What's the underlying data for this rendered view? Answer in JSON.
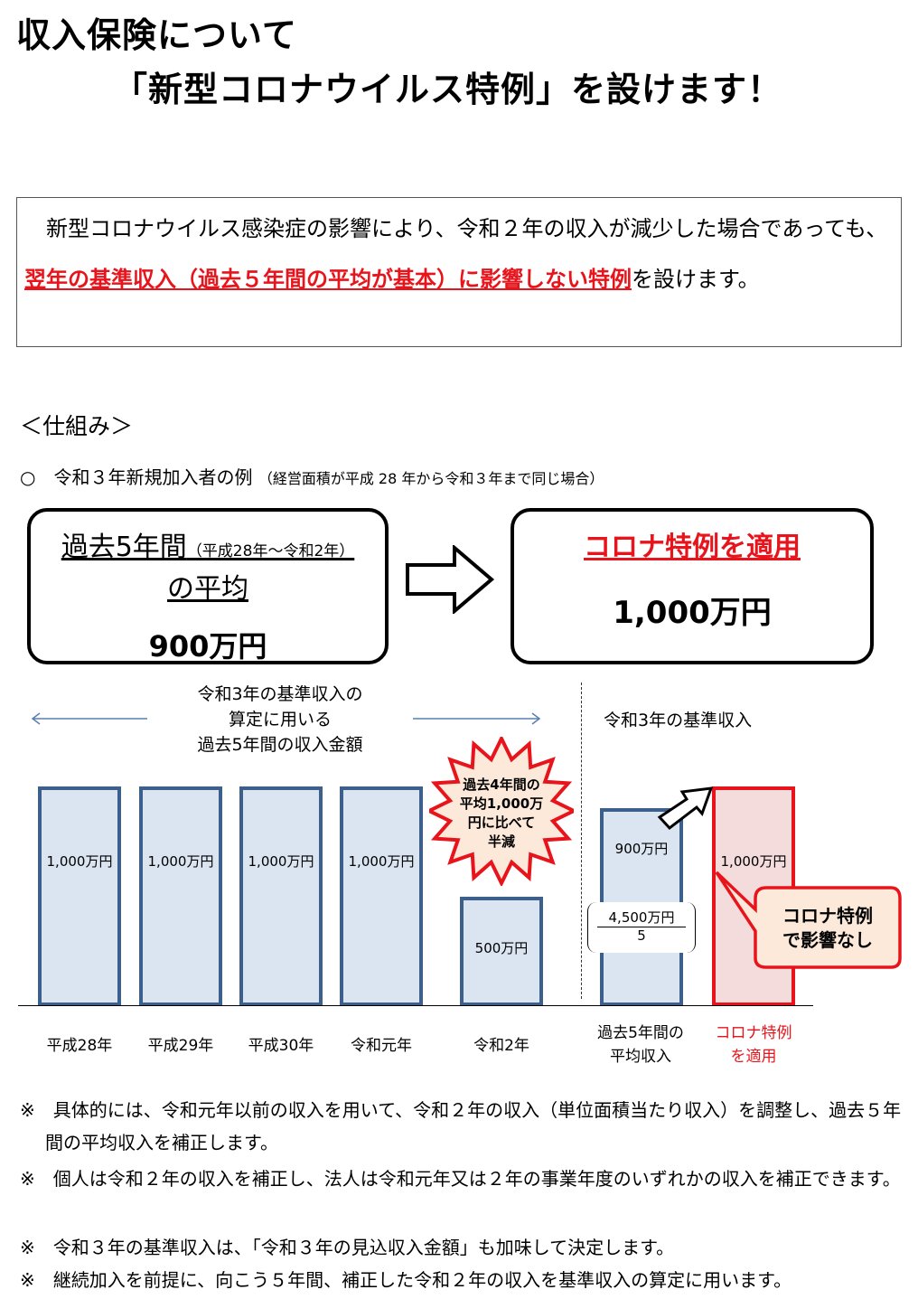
{
  "title": {
    "line1": "収入保険について",
    "line2": "「新型コロナウイルス特例」を設けます！"
  },
  "intro": {
    "part1": "　新型コロナウイルス感染症の影響により、令和２年の収入が減少した場合であっても、",
    "highlight1": "翌年の基準収入（過去５年間の平均が基本）に影響しない特例",
    "part2": "を設けます。"
  },
  "mechanism": {
    "heading": "＜仕組み＞",
    "example": "○　令和３年新規加入者の例",
    "example_note": "（経営面積が平成 28 年から令和３年まで同じ場合）"
  },
  "left_box": {
    "title": "過去5年間",
    "period": "（平成28年～令和2年）",
    "title2": "の平均",
    "value": "900万円"
  },
  "right_box": {
    "title": "コロナ特例を適用",
    "value": "1,000万円"
  },
  "diagram": {
    "span_label": [
      "令和3年の基準収入の",
      "算定に用いる",
      "過去5年間の収入金額"
    ],
    "right_label": "令和3年の基準収入",
    "starburst": [
      "過去4年間の",
      "平均1,000万",
      "円に比べて",
      "半減"
    ],
    "fraction_num": "4,500万円",
    "fraction_den": "5",
    "callout": [
      "コロナ特例",
      "で影響なし"
    ],
    "colors": {
      "bar_fill": "#dbe5f1",
      "bar_border": "#3d5f8c",
      "accent": "#e8141c"
    }
  },
  "chart_data": {
    "type": "bar",
    "unit": "万円",
    "categories": [
      "平成28年",
      "平成29年",
      "平成30年",
      "令和元年",
      "令和2年",
      "過去5年間の平均収入",
      "コロナ特例を適用"
    ],
    "values": [
      1000,
      1000,
      1000,
      1000,
      500,
      900,
      1000
    ],
    "labels": [
      "1,000万円",
      "1,000万円",
      "1,000万円",
      "1,000万円",
      "500万円",
      "900万円",
      "1,000万円"
    ]
  },
  "notes": [
    "※　具体的には、令和元年以前の収入を用いて、令和２年の収入（単位面積当たり収入）を調整し、過去５年間の平均収入を補正します。",
    "※　個人は令和２年の収入を補正し、法人は令和元年又は２年の事業年度のいずれかの収入を補正できます。",
    "※　令和３年の基準収入は、「令和３年の見込収入金額」も加味して決定します。",
    "※　継続加入を前提に、向こう５年間、補正した令和２年の収入を基準収入の算定に用います。"
  ]
}
